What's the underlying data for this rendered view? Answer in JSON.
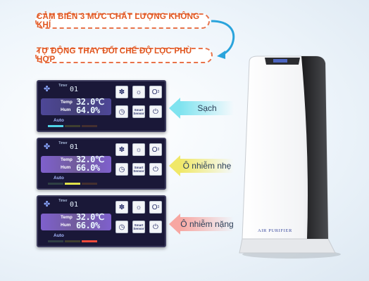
{
  "banner": {
    "line1": "CẢM BIẾN 3 MỨC CHẤT LƯỢNG KHÔNG KHÍ",
    "line2": "TỰ ĐỘNG THAY ĐỔI CHẾ ĐỘ LỌC PHÙ HỢP"
  },
  "panels": [
    {
      "timer_label": "Timer",
      "timer": "01",
      "temp_label": "Temp",
      "temp": "32.0℃",
      "hum_label": "Hum",
      "hum": "64.0%",
      "mode": "Auto",
      "status": "Sạch",
      "status_color": "#7fe3ef",
      "level_color": "#4fd3e6"
    },
    {
      "timer_label": "Timer",
      "timer": "01",
      "temp_label": "Temp",
      "temp": "32.0℃",
      "hum_label": "Hum",
      "hum": "66.0%",
      "mode": "Auto",
      "status": "Ô nhiễm nhẹ",
      "status_color": "#f0e868",
      "level_color": "#dfe04a"
    },
    {
      "timer_label": "Timer",
      "timer": "01",
      "temp_label": "Temp",
      "temp": "32.0℃",
      "hum_label": "Hum",
      "hum": "66.0%",
      "mode": "Auto",
      "status": "Ô nhiễm nặng",
      "status_color": "#f7a7a2",
      "level_color": "#f04a3a"
    }
  ],
  "buttons": {
    "smart_sensor": "Smart Sensor"
  },
  "product": {
    "brand_text": "AIR PURIFIER"
  }
}
